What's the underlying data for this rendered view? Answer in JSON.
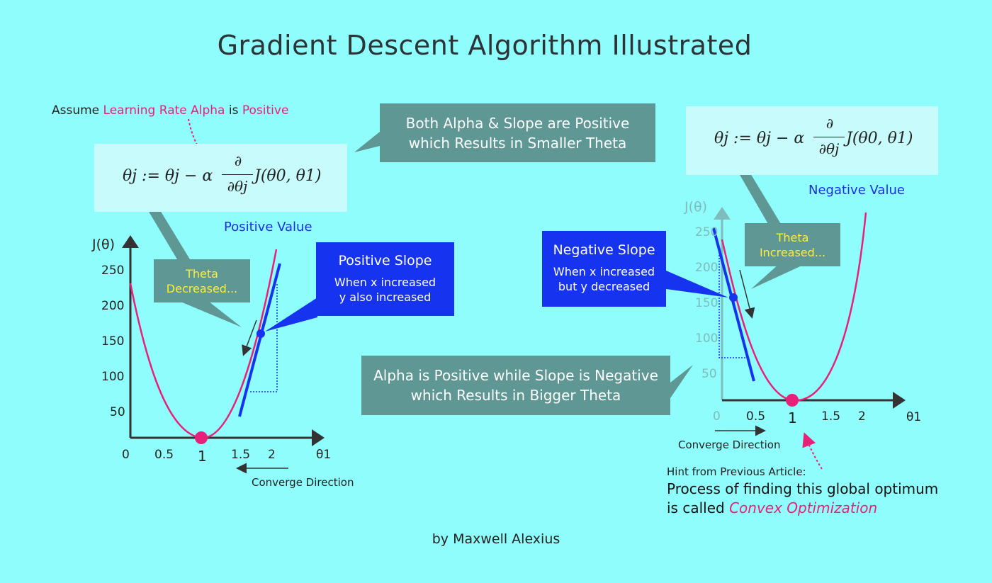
{
  "title": "Gradient Descent Algorithm Illustrated",
  "author": "by Maxwell Alexius",
  "assume": {
    "prefix": "Assume ",
    "highlight": "Learning Rate Alpha",
    "middle": " is ",
    "positive": "Positive"
  },
  "callouts": {
    "both_positive_line1": "Both Alpha & Slope are Positive",
    "both_positive_line2": "which Results in Smaller Theta",
    "alpha_positive_line1": "Alpha is Positive while Slope is Negative",
    "alpha_positive_line2": "which Results in Bigger Theta"
  },
  "formula": {
    "lhs": "θj := θj − α",
    "partial": "∂",
    "denom": "∂θj",
    "func": "J(θ0, θ1)"
  },
  "left_chart": {
    "brace_label": "Positive Value",
    "y_axis_label": "J(θ)",
    "x_axis_label": "θ1",
    "y_ticks": [
      "250",
      "200",
      "150",
      "100",
      "50"
    ],
    "x_ticks": [
      "0",
      "0.5",
      "1",
      "1.5",
      "2"
    ],
    "converge_label": "Converge Direction",
    "theta_box_line1": "Theta",
    "theta_box_line2": "Decreased...",
    "slope_title": "Positive Slope",
    "slope_line1": "When x increased",
    "slope_line2": "y also increased"
  },
  "right_chart": {
    "brace_label": "Negative Value",
    "y_axis_label": "J(θ)",
    "x_axis_label": "θ1",
    "y_ticks": [
      "250",
      "200",
      "150",
      "100",
      "50"
    ],
    "x_ticks": [
      "0",
      "0.5",
      "1",
      "1.5",
      "2"
    ],
    "converge_label": "Converge Direction",
    "theta_box_line1": "Theta",
    "theta_box_line2": "Increased...",
    "slope_title": "Negative Slope",
    "slope_line1": "When x increased",
    "slope_line2": "but y decreased"
  },
  "hint": {
    "heading": "Hint from Previous Article:",
    "line1": "Process of finding this global optimum",
    "line2_prefix": "is called ",
    "line2_highlight": "Convex Optimization"
  },
  "colors": {
    "background": "#8ffdfb",
    "curve": "#e8207a",
    "tangent": "#1634f0",
    "callout": "#5f9794",
    "slope_box": "#1634f0"
  }
}
